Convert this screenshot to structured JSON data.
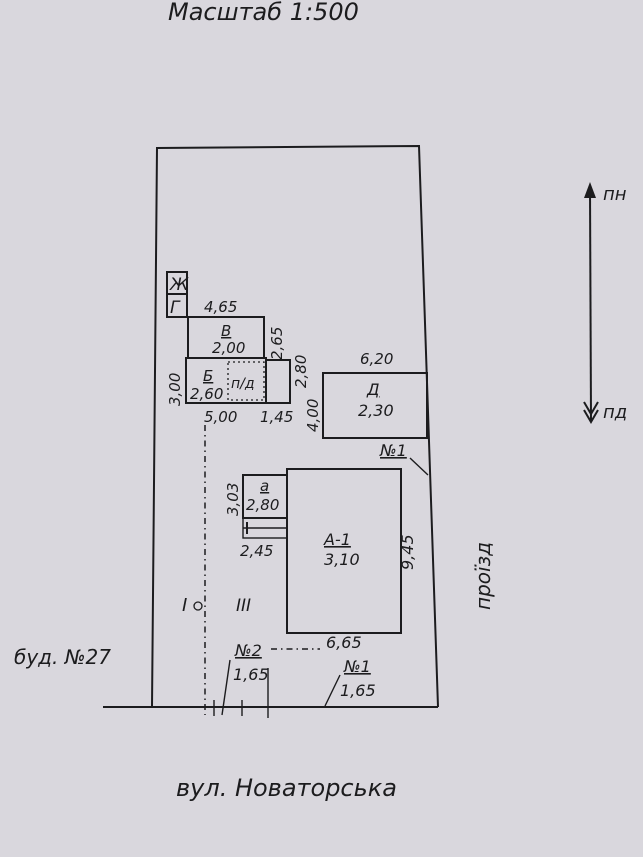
{
  "scale_text": "Масштаб 1:500",
  "street": "вул. Новаторська",
  "neighbor": "буд. №27",
  "passage": "проїзд",
  "compass": {
    "north": "пн",
    "south": "пд"
  },
  "buildings": {
    "zh": {
      "letter": "Ж"
    },
    "g": {
      "letter": "Г"
    },
    "v": {
      "letter": "В",
      "height": "2,00",
      "top_width": "4,65",
      "side": "2,65"
    },
    "b": {
      "letter": "Б",
      "height": "2,60",
      "side": "3,00",
      "bottom": "5,00",
      "pd": "п/д"
    },
    "extra": {
      "side": "2,80",
      "bottom": "1,45"
    },
    "d": {
      "letter": "Д",
      "height": "2,30",
      "top": "6,20",
      "side": "4,00"
    },
    "a": {
      "letter": "а",
      "height": "2,80",
      "side": "3,03",
      "bottom": "2,45"
    },
    "a1": {
      "letter": "А-1",
      "height": "3,10",
      "side": "9,45",
      "bottom": "6,65"
    }
  },
  "zones": {
    "one": "I",
    "three": "III"
  },
  "gates": {
    "n1_top": "№1",
    "n2": {
      "number": "№2",
      "value": "1,65"
    },
    "n1": {
      "number": "№1",
      "value": "1,65"
    }
  }
}
